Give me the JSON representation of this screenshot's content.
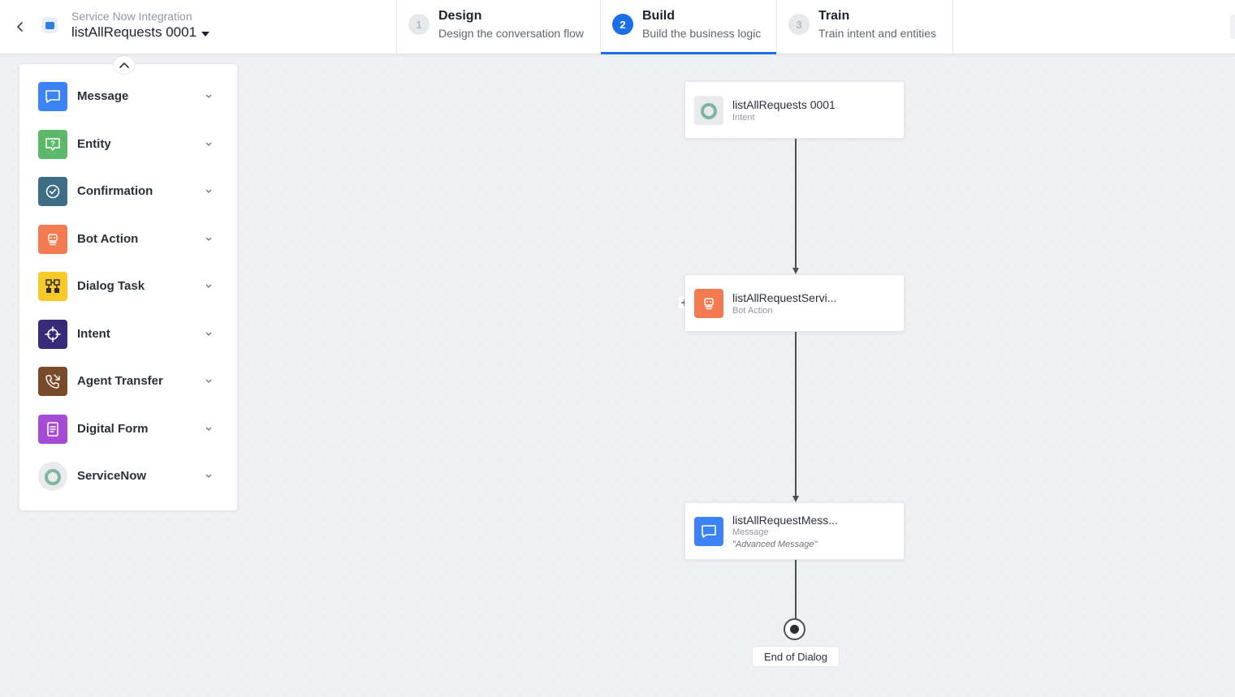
{
  "header": {
    "app_subtitle": "Service Now Integration",
    "dialog_title": "listAllRequests 0001",
    "steps": [
      {
        "num": "1",
        "title": "Design",
        "desc": "Design the conversation flow"
      },
      {
        "num": "2",
        "title": "Build",
        "desc": "Build the business logic"
      },
      {
        "num": "3",
        "title": "Train",
        "desc": "Train intent and entities"
      }
    ],
    "active_step": "Build",
    "accent_color": "#1a6ee6"
  },
  "palette": {
    "items": [
      {
        "label": "Message",
        "icon": "message-icon",
        "color": "#3b82f6"
      },
      {
        "label": "Entity",
        "icon": "entity-icon",
        "color": "#5cb96a"
      },
      {
        "label": "Confirmation",
        "icon": "check-circle-icon",
        "color": "#3d6e86"
      },
      {
        "label": "Bot Action",
        "icon": "bot-action-icon",
        "color": "#f47a4f"
      },
      {
        "label": "Dialog Task",
        "icon": "dialog-task-icon",
        "color": "#f7c929"
      },
      {
        "label": "Intent",
        "icon": "intent-icon",
        "color": "#3a2a7a"
      },
      {
        "label": "Agent Transfer",
        "icon": "agent-transfer-icon",
        "color": "#7a4b2a"
      },
      {
        "label": "Digital Form",
        "icon": "digital-form-icon",
        "color": "#a64bd6"
      },
      {
        "label": "ServiceNow",
        "icon": "servicenow-icon",
        "color": "#e8eaee"
      }
    ]
  },
  "flow": {
    "nodes": [
      {
        "title": "listAllRequests 0001",
        "type": "Intent",
        "icon": "servicenow-icon"
      },
      {
        "title": "listAllRequestServi...",
        "type": "Bot Action",
        "icon": "bot-action-icon"
      },
      {
        "title": "listAllRequestMess...",
        "type": "Message",
        "extra": "\"Advanced Message\"",
        "icon": "message-icon"
      }
    ],
    "end_label": "End of Dialog"
  }
}
